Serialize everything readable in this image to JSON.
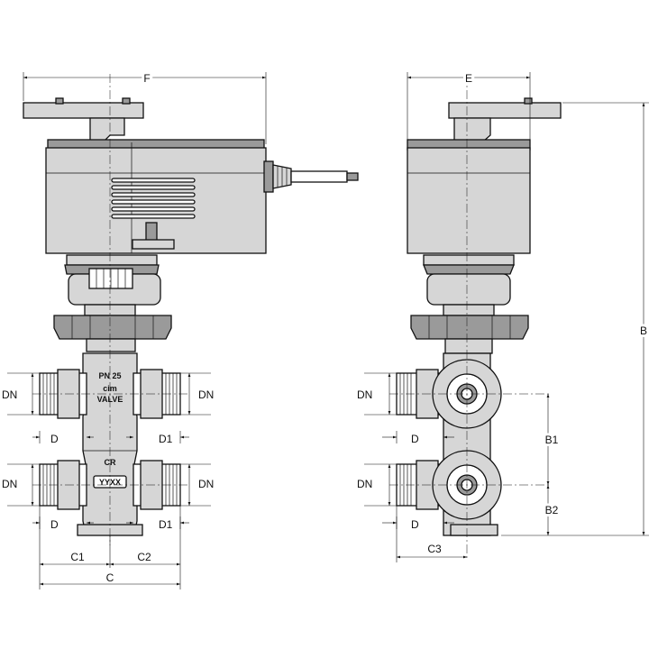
{
  "labels": {
    "F": "F",
    "E": "E",
    "B": "B",
    "B1": "B1",
    "B2": "B2",
    "C": "C",
    "C1": "C1",
    "C2": "C2",
    "C3": "C3",
    "DN": "DN",
    "D": "D",
    "D1": "D1"
  },
  "body_markings": {
    "pressure": "PN 25",
    "brand": "cim",
    "valve": "VALVE",
    "cr": "CR",
    "date_code": "YYXX"
  }
}
